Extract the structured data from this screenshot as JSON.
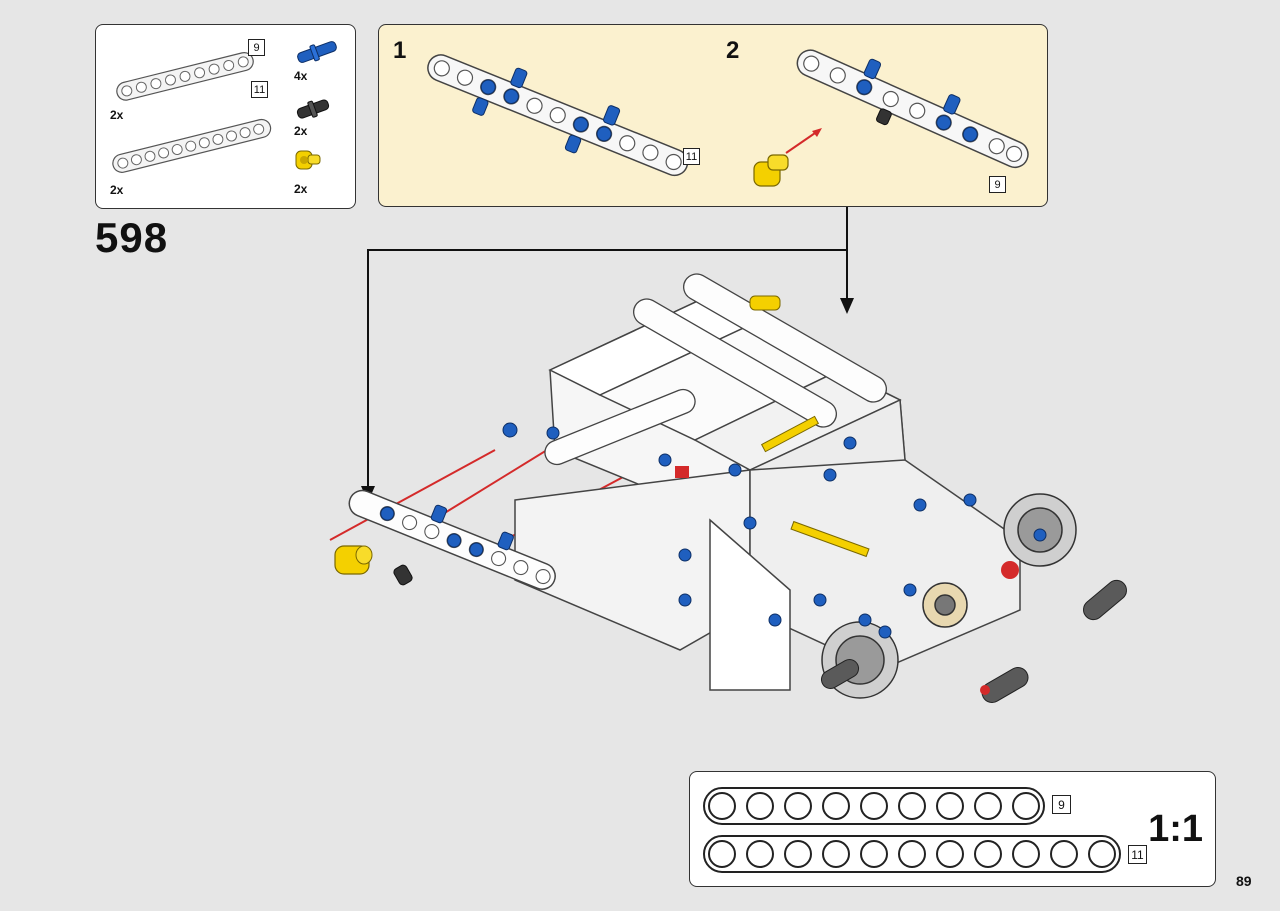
{
  "parts_list": {
    "items": [
      {
        "name": "beam-9",
        "length_label": "9",
        "quantity": "2x"
      },
      {
        "name": "beam-11",
        "length_label": "11",
        "quantity": "2x"
      },
      {
        "name": "blue-pin",
        "quantity": "4x",
        "color": "#1f5fbf"
      },
      {
        "name": "black-pin",
        "quantity": "2x",
        "color": "#333333"
      },
      {
        "name": "yellow-pin-connector",
        "quantity": "2x",
        "color": "#f4d000"
      }
    ]
  },
  "step": {
    "number": "598"
  },
  "substeps": [
    {
      "number": "1",
      "length_label": "11"
    },
    {
      "number": "2",
      "length_label": "9"
    }
  ],
  "scale_reference": {
    "label": "1:1",
    "beams": [
      {
        "length_label": "9",
        "holes": 9
      },
      {
        "length_label": "11",
        "holes": 11
      }
    ]
  },
  "page": {
    "number": "89"
  },
  "colors": {
    "background": "#e6e6e6",
    "callout_background": "#fbf1cf",
    "arrow_red": "#d42a2a",
    "blue": "#1f5fbf",
    "yellow": "#f4d000"
  }
}
